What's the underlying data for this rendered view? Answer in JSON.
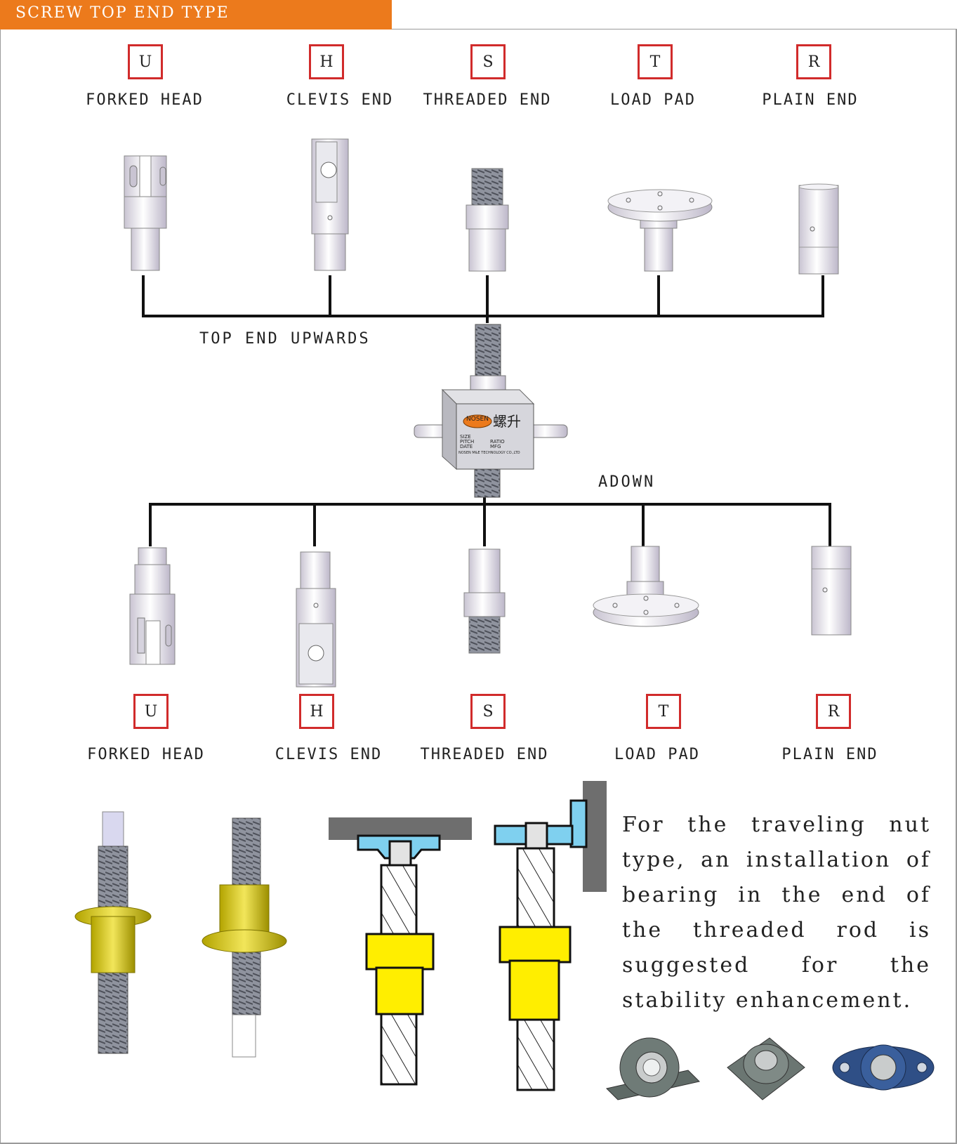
{
  "header": {
    "title": "SCREW TOP END TYPE",
    "color": "#ec7a1c"
  },
  "top_row": {
    "direction_label": "TOP END UPWARDS",
    "types": [
      {
        "code": "U",
        "name": "FORKED HEAD",
        "icon": "forked-head"
      },
      {
        "code": "H",
        "name": "CLEVIS END",
        "icon": "clevis-end"
      },
      {
        "code": "S",
        "name": "THREADED END",
        "icon": "threaded-end"
      },
      {
        "code": "T",
        "name": "LOAD PAD",
        "icon": "load-pad"
      },
      {
        "code": "R",
        "name": "PLAIN END",
        "icon": "plain-end"
      }
    ]
  },
  "gearbox": {
    "brand": "NOSEN",
    "brand_cn": "螺升",
    "plate_lines": [
      "SIZE",
      "PITCH",
      "DATE",
      "RATIO",
      "MFG"
    ],
    "company": "NOSEN M&E TECHNOLOGY CO.,LTD"
  },
  "bottom_row": {
    "direction_label": "ADOWN",
    "types": [
      {
        "code": "U",
        "name": "FORKED HEAD",
        "icon": "forked-head"
      },
      {
        "code": "H",
        "name": "CLEVIS END",
        "icon": "clevis-end"
      },
      {
        "code": "S",
        "name": "THREADED END",
        "icon": "threaded-end"
      },
      {
        "code": "T",
        "name": "LOAD PAD",
        "icon": "load-pad"
      },
      {
        "code": "R",
        "name": "PLAIN END",
        "icon": "plain-end"
      }
    ]
  },
  "note": {
    "text": "For the traveling nut type, an installation of bearing in the end of the threaded rod is suggested for the stability enhancement."
  },
  "colors": {
    "code_border": "#d12b2b",
    "nut_yellow": "#ffee00",
    "bearing_blue": "#7fd0ef",
    "plate_gray": "#6e6e6e"
  },
  "bearings": [
    "pillow-block-bearing",
    "square-flange-bearing",
    "oval-flange-bearing"
  ]
}
